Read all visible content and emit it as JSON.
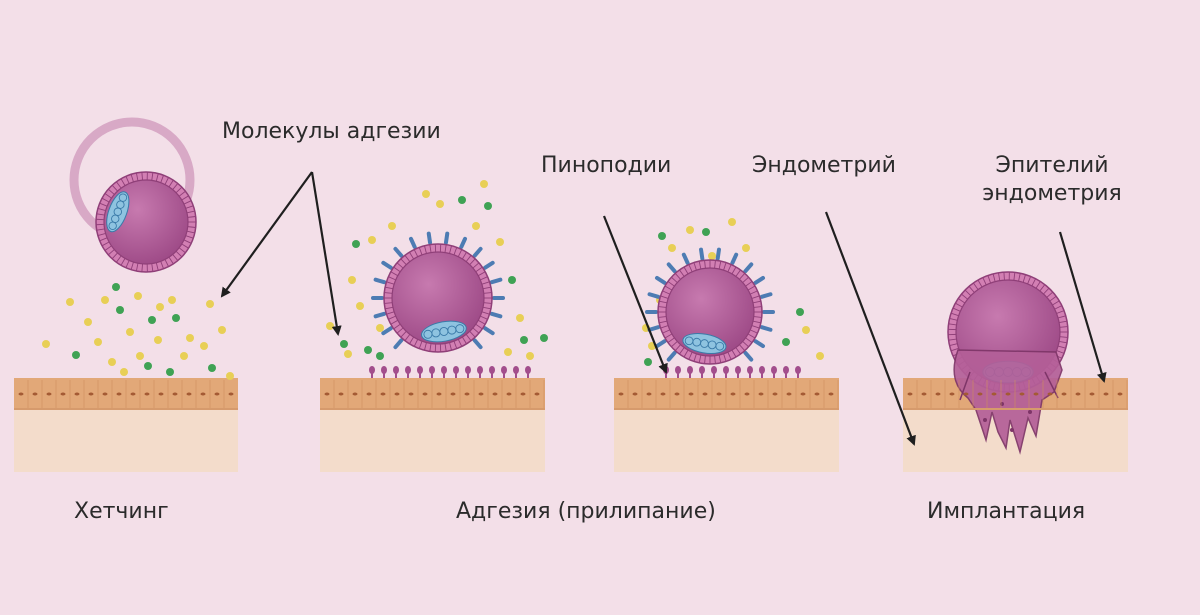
{
  "labels": {
    "adhesion_molecules": "Молекулы адгезии",
    "pinopodes": "Пиноподии",
    "endometrium": "Эндометрий",
    "epithelium_line1": "Эпителий",
    "epithelium_line2": "эндометрия",
    "hatching": "Хетчинг",
    "adhesion": "Адгезия (прилипание)",
    "implantation": "Имплантация"
  },
  "colors": {
    "background": "#f3dfe8",
    "epithelium": "#e2a878",
    "stroma": "#f3dccb",
    "blastocyst": "#b45f98",
    "cell_mass": "#8ec3e0",
    "molecule_yellow": "#e8cf56",
    "molecule_green": "#3fa254",
    "receptor_blue": "#4d7cb3",
    "pinopod": "#a24d8c",
    "zona": "#d8a9c6"
  },
  "icons": [
    "blastocyst",
    "zona-pellucida",
    "adhesion-molecule",
    "pinopod",
    "endometrium-tissue"
  ]
}
